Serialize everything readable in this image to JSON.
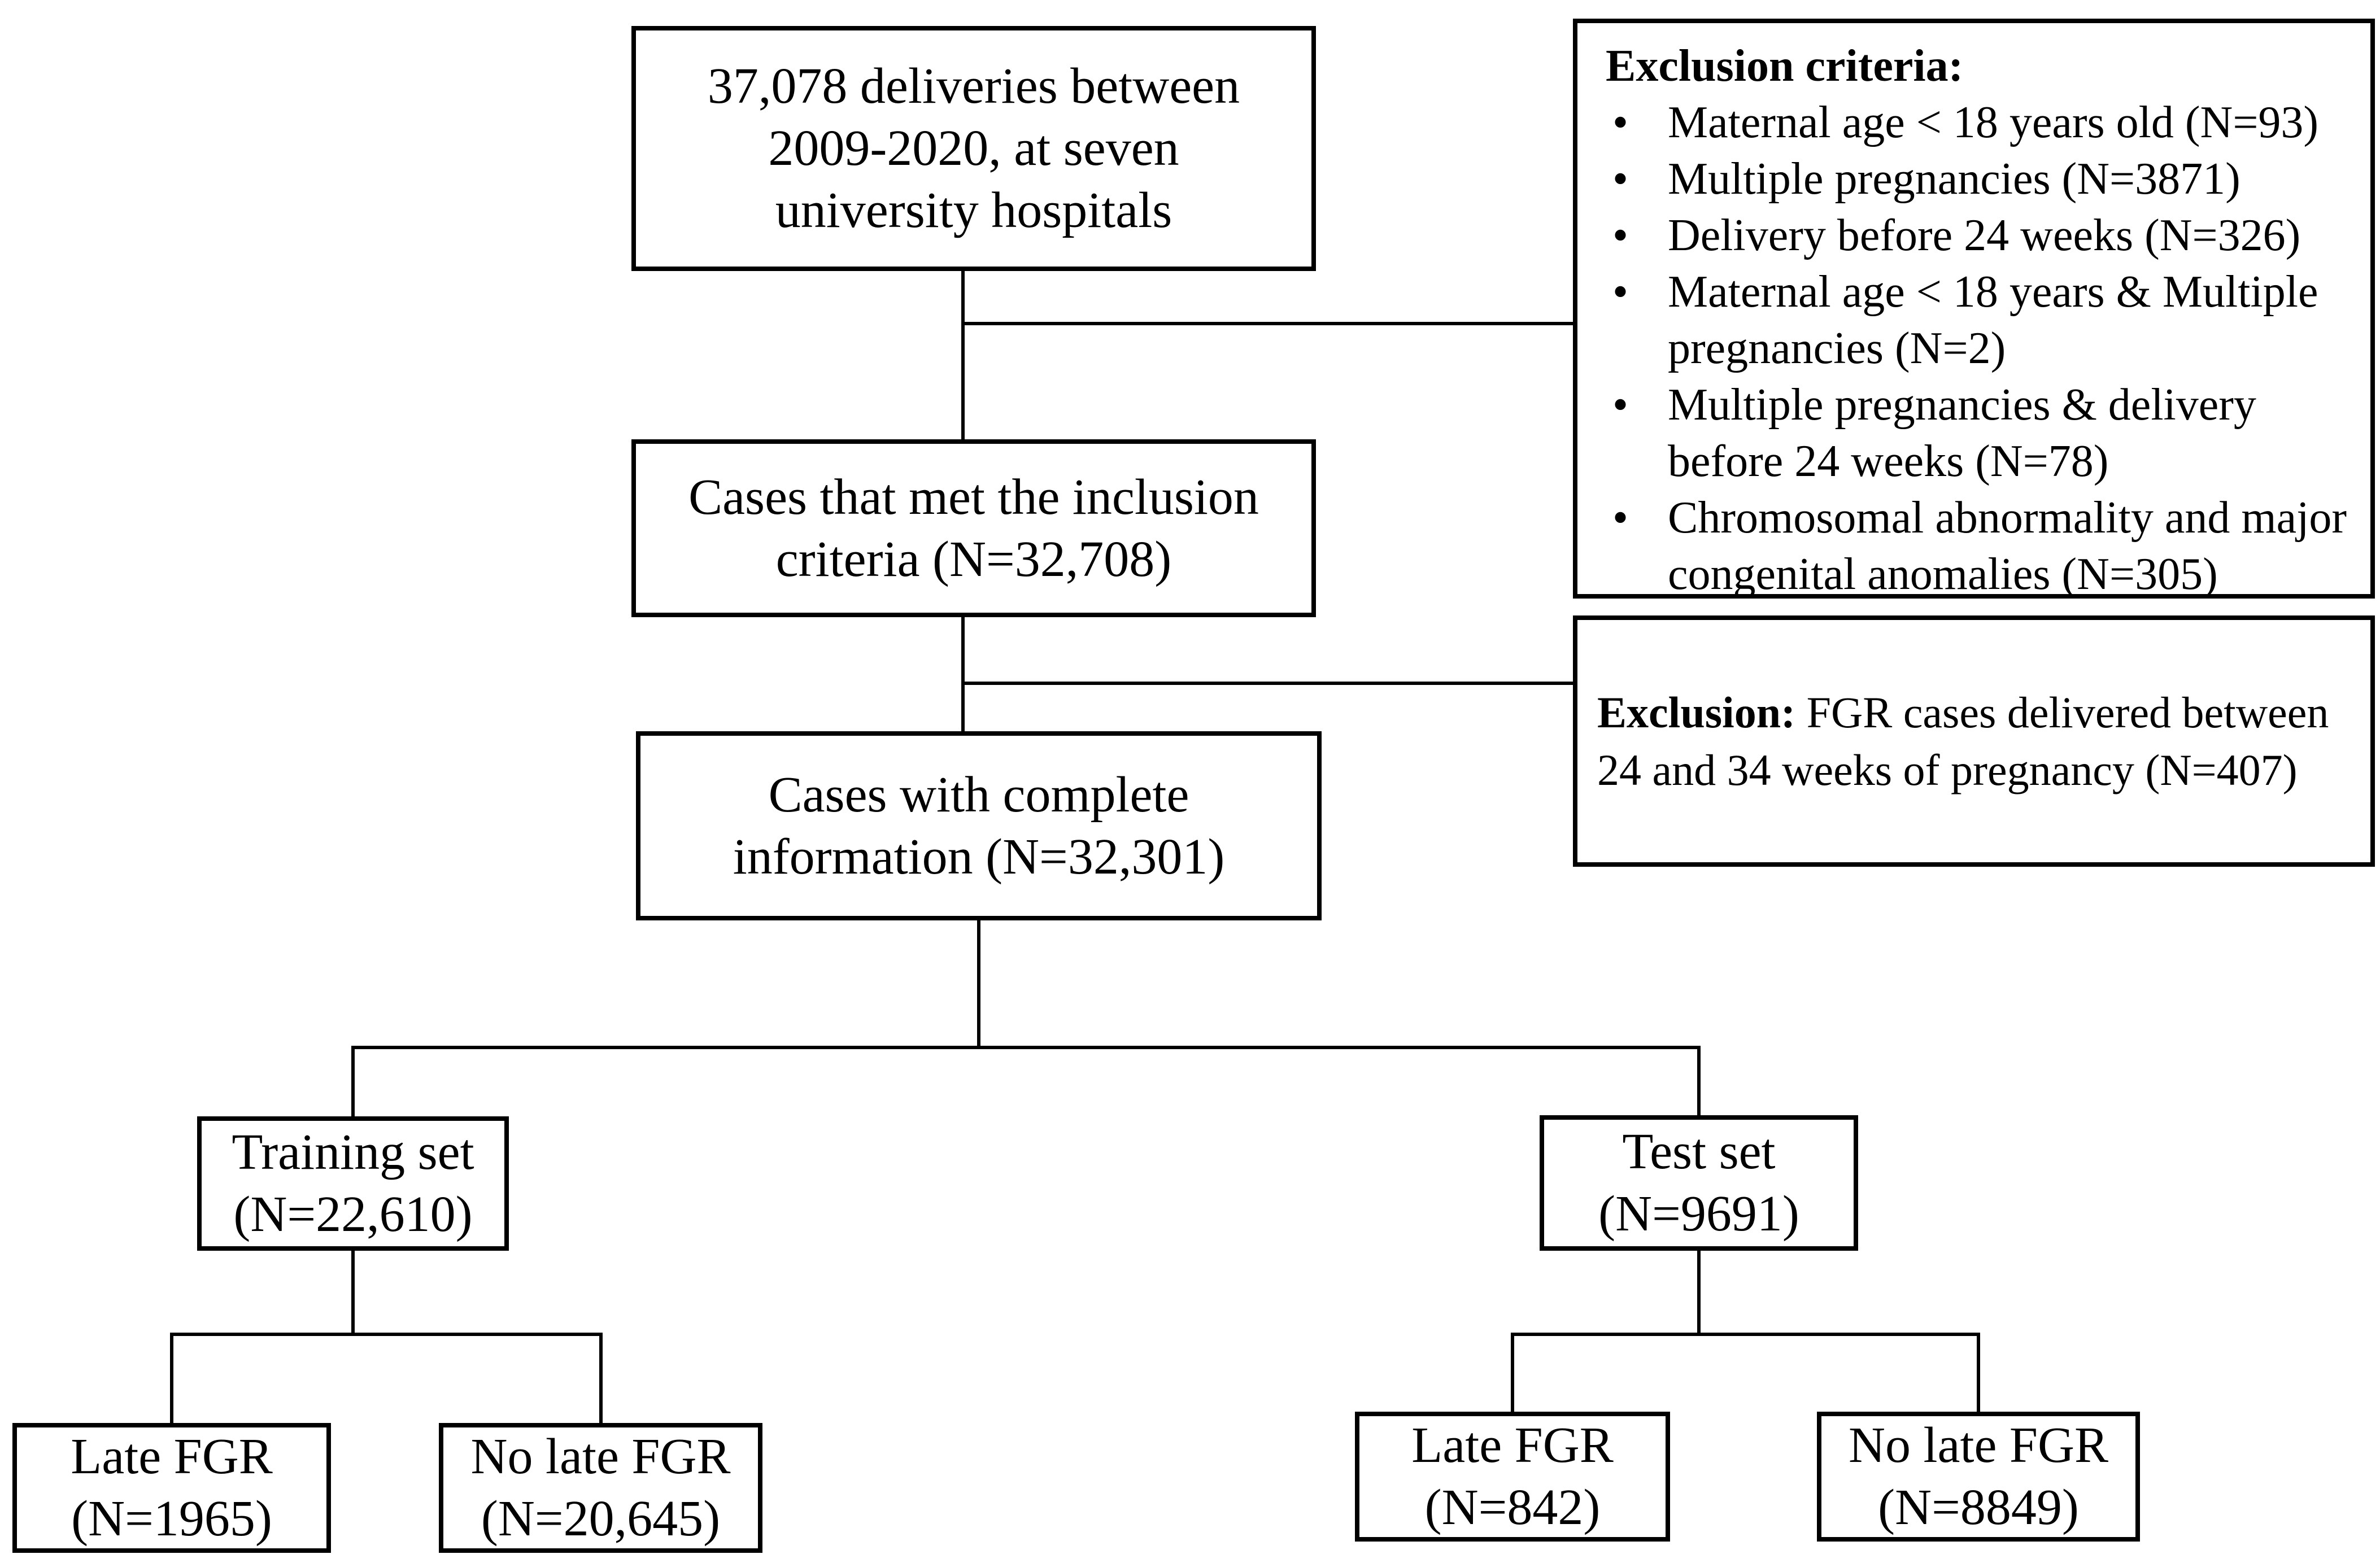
{
  "flow": {
    "top": {
      "text": "37,078 deliveries between\n2009-2020, at seven\nuniversity hospitals"
    },
    "inclusion": {
      "text": "Cases that met the inclusion\ncriteria (N=32,708)"
    },
    "complete": {
      "text": "Cases with complete\ninformation (N=32,301)"
    },
    "training": {
      "text": "Training set\n(N=22,610)"
    },
    "test": {
      "text": "Test set\n(N=9691)"
    },
    "training_late_fgr": {
      "text": "Late FGR\n(N=1965)"
    },
    "training_no_late_fgr": {
      "text": "No late FGR\n(N=20,645)"
    },
    "test_late_fgr": {
      "text": "Late FGR\n(N=842)"
    },
    "test_no_late_fgr": {
      "text": "No late FGR\n(N=8849)"
    }
  },
  "exclusion_criteria": {
    "title": "Exclusion criteria:",
    "bullet": "•",
    "items": [
      "Maternal age < 18 years old (N=93)",
      "Multiple pregnancies (N=3871)",
      "Delivery before 24 weeks (N=326)",
      "Maternal age < 18 years & Multiple\npregnancies (N=2)",
      "Multiple pregnancies & delivery\nbefore 24 weeks (N=78)",
      "Chromosomal abnormality and major\ncongenital anomalies (N=305)"
    ]
  },
  "exclusion_note": {
    "prefix": "Exclusion:",
    "text": " FGR cases delivered between\n24 and 34 weeks of pregnancy (N=407)"
  },
  "colors": {
    "line": "#000000",
    "background": "#ffffff",
    "text": "#000000"
  }
}
